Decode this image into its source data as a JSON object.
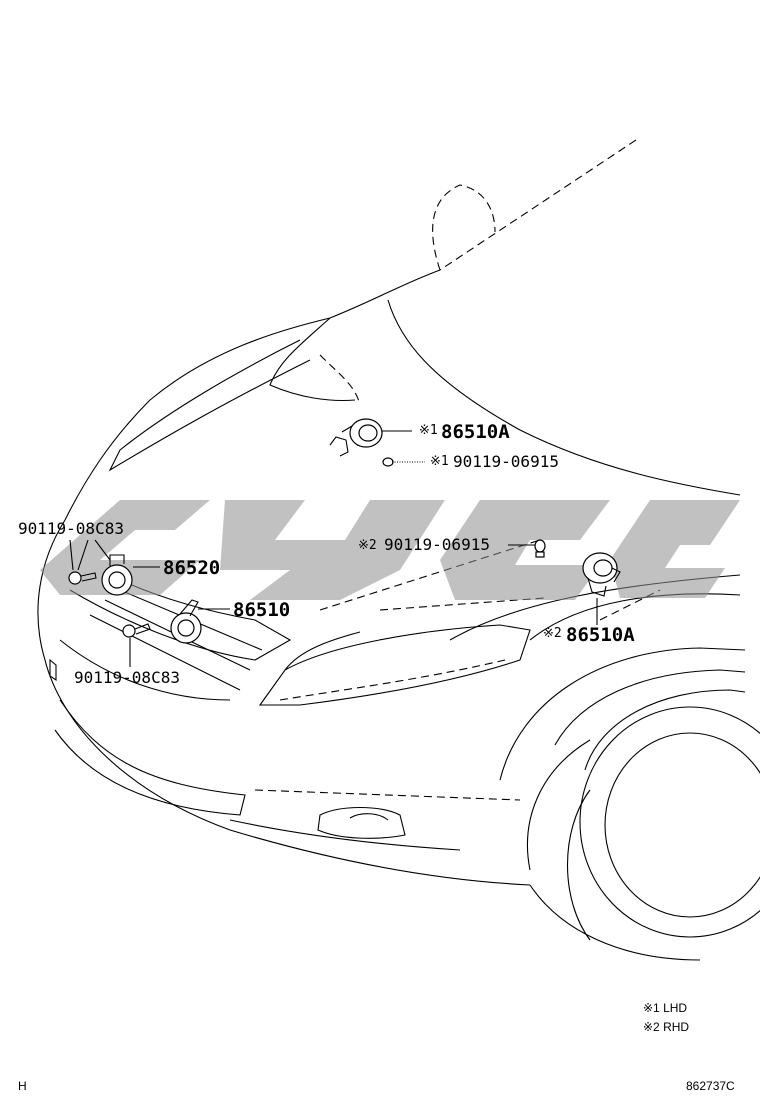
{
  "callouts": {
    "horn_lhd_part": "86510A",
    "horn_lhd_marker": "※1",
    "bolt_lhd_part": "90119-06915",
    "bolt_lhd_marker": "※1",
    "bolt_rhd_part": "90119-06915",
    "bolt_rhd_marker": "※2",
    "horn_rhd_part": "86510A",
    "horn_rhd_marker": "※2",
    "bolt_upper_part": "90119-08C83",
    "horn_low_part": "86520",
    "horn_high_part": "86510",
    "bolt_lower_part": "90119-08C83"
  },
  "legend": {
    "line1": "※1 LHD",
    "line2": "※2 RHD"
  },
  "footer": {
    "left_code": "H",
    "right_code": "862737C"
  }
}
